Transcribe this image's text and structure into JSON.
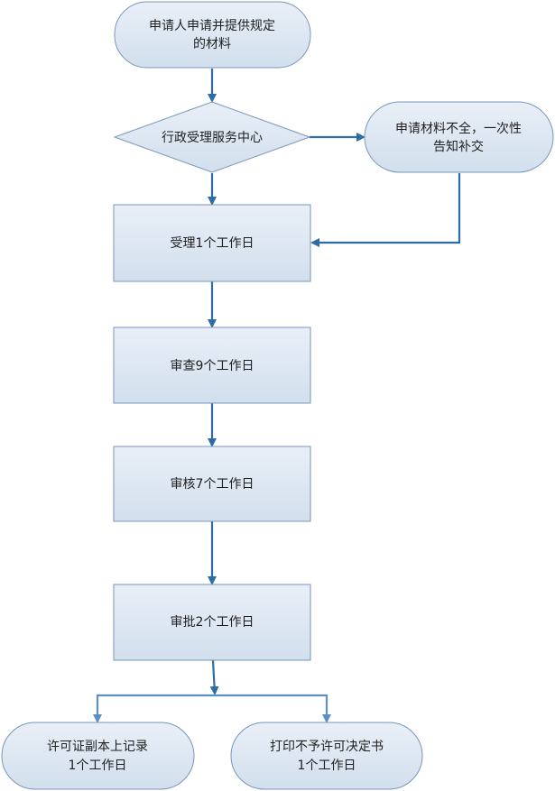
{
  "colors": {
    "node_fill_top": "#e8eef6",
    "node_fill_bottom": "#d3e0ee",
    "node_stroke": "#7896b8",
    "arrow": "#2e6da4",
    "arrow_light": "#5b8fc4"
  },
  "nodes": {
    "start": {
      "line1": "申请人申请并提供规定",
      "line2": "的材料"
    },
    "center": {
      "label": "行政受理服务中心"
    },
    "supplement": {
      "line1": "申请材料不全，一次性",
      "line2": "告知补交"
    },
    "step1": {
      "label": "受理1个工作日"
    },
    "step2": {
      "label": "审查9个工作日"
    },
    "step3": {
      "label": "审核7个工作日"
    },
    "step4": {
      "label": "审批2个工作日"
    },
    "result_left": {
      "line1": "许可证副本上记录",
      "line2": "1个工作日"
    },
    "result_right": {
      "line1": "打印不予许可决定书",
      "line2": "1个工作日"
    }
  }
}
